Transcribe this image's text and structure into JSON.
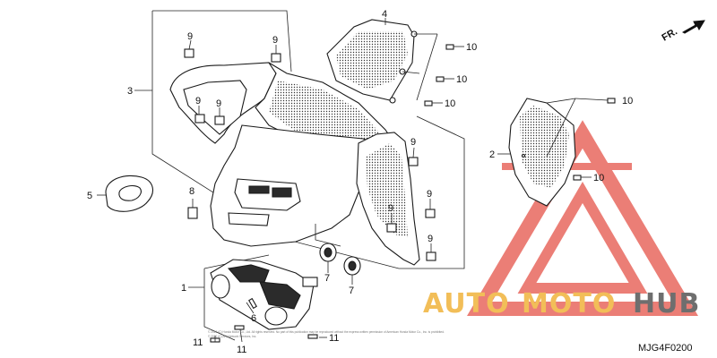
{
  "diagram_code": "MJG4F0200",
  "direction": {
    "label": "FR."
  },
  "watermark": {
    "part1": "AUTO",
    "part2": "MOTO",
    "part3": "HUB"
  },
  "fine_print": {
    "line1": "© 2020 (C) Honda Motor Co., Ltd. All rights reserved. No part of this publication may be reproduced without the express written permission of American Honda Motor Co., Inc. is prohibited.",
    "line2": "© 2020 (C) ARI Network Services, Inc."
  },
  "callouts": [
    {
      "id": "c1",
      "label": "1"
    },
    {
      "id": "c2",
      "label": "2"
    },
    {
      "id": "c3",
      "label": "3"
    },
    {
      "id": "c4",
      "label": "4"
    },
    {
      "id": "c5",
      "label": "5"
    },
    {
      "id": "c6",
      "label": "6"
    },
    {
      "id": "c7a",
      "label": "7"
    },
    {
      "id": "c7b",
      "label": "7"
    },
    {
      "id": "c8",
      "label": "8"
    },
    {
      "id": "c9a",
      "label": "9"
    },
    {
      "id": "c9b",
      "label": "9"
    },
    {
      "id": "c9c",
      "label": "9"
    },
    {
      "id": "c9d",
      "label": "9"
    },
    {
      "id": "c9e",
      "label": "9"
    },
    {
      "id": "c9f",
      "label": "9"
    },
    {
      "id": "c9g",
      "label": "9"
    },
    {
      "id": "c9h",
      "label": "9"
    },
    {
      "id": "c10a",
      "label": "10"
    },
    {
      "id": "c10b",
      "label": "10"
    },
    {
      "id": "c10c",
      "label": "10"
    },
    {
      "id": "c10d",
      "label": "10"
    },
    {
      "id": "c10e",
      "label": "10"
    },
    {
      "id": "c11a",
      "label": "11"
    },
    {
      "id": "c11b",
      "label": "11"
    },
    {
      "id": "c11c",
      "label": "11"
    }
  ],
  "colors": {
    "watermark_red": "#e8685f",
    "watermark_gold": "#f0b33c",
    "watermark_gray": "#555555"
  }
}
